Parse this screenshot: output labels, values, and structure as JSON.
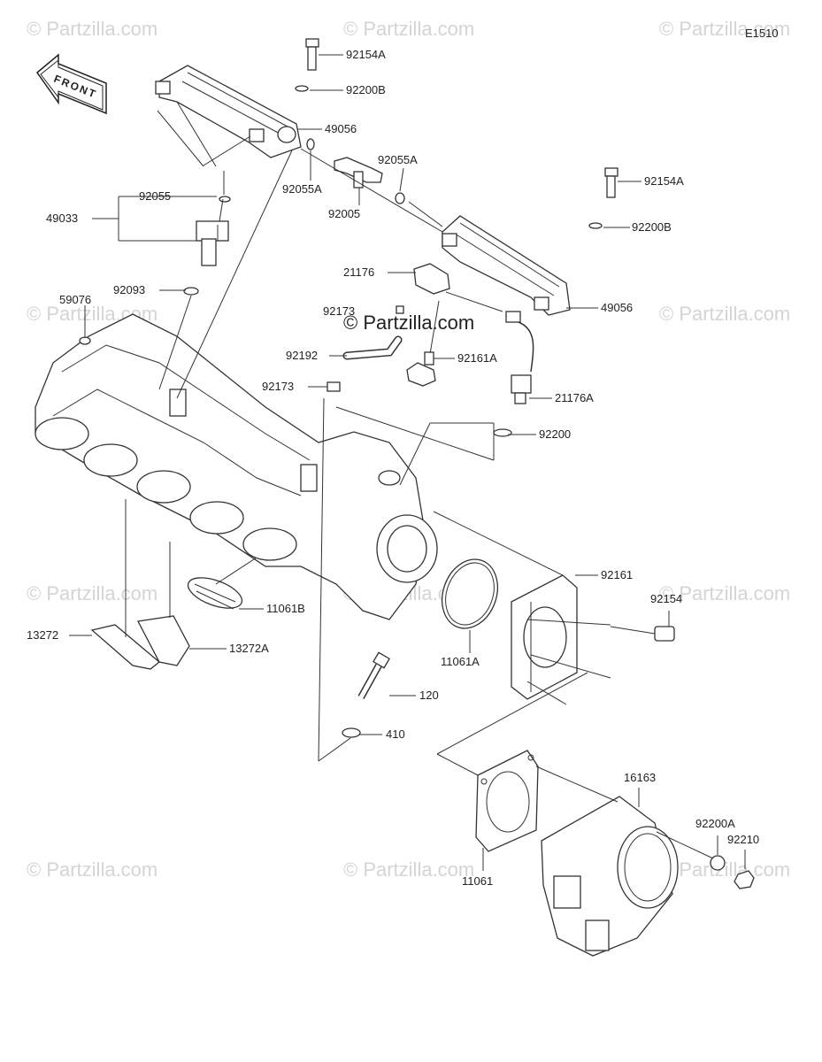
{
  "diagram": {
    "code": "E1510",
    "direction_label": "FRONT",
    "watermark": "© Partzilla.com",
    "part_labels": {
      "p92154A_top": "92154A",
      "p92200B_top": "92200B",
      "p49056_top": "49056",
      "p92055A_left": "92055A",
      "p92055A_right": "92055A",
      "p92005": "92005",
      "p92154A_right": "92154A",
      "p92200B_right": "92200B",
      "p49056_right": "49056",
      "p92055": "92055",
      "p49033": "49033",
      "p92093": "92093",
      "p59076": "59076",
      "p21176": "21176",
      "p92173_top": "92173",
      "p92192": "92192",
      "p92161A": "92161A",
      "p92173_bottom": "92173",
      "p21176A": "21176A",
      "p92200": "92200",
      "p92161": "92161",
      "p92154": "92154",
      "p11061B": "11061B",
      "p11061A": "11061A",
      "p13272": "13272",
      "p13272A": "13272A",
      "p120": "120",
      "p410": "410",
      "p16163": "16163",
      "p92200A": "92200A",
      "p92210": "92210",
      "p11061": "11061"
    }
  }
}
